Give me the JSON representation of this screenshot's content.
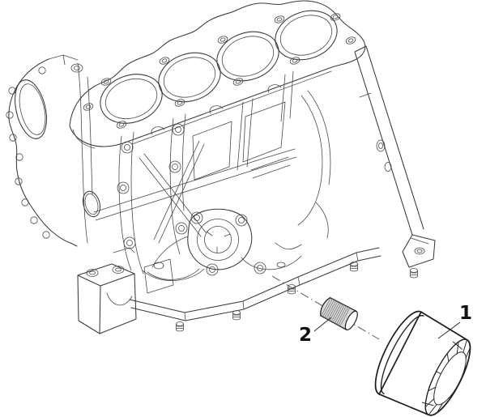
{
  "diagram": {
    "type": "exploded-parts-line-drawing",
    "subject": "engine-short-block-with-oil-filter",
    "background_color": "#ffffff",
    "line_color": "#3a3a3a",
    "part_fill_color": "#d9d9d9",
    "callouts": [
      {
        "label": "1",
        "part": "oil-filter-cartridge"
      },
      {
        "label": "2",
        "part": "oil-filter-threaded-union"
      }
    ]
  }
}
